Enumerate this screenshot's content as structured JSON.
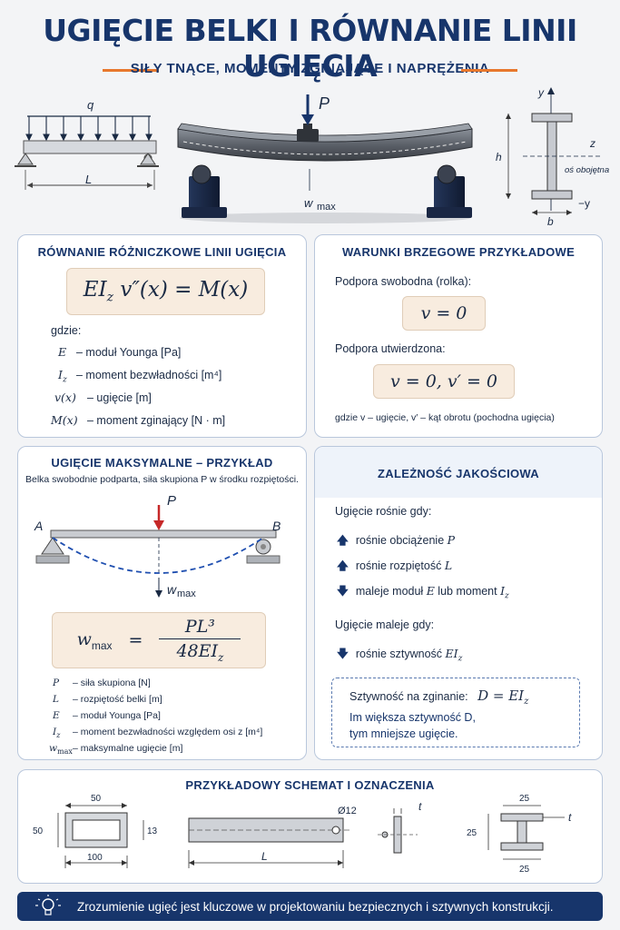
{
  "header": {
    "title": "UGIĘCIE BELKI I RÓWNANIE LINII UGIĘCIA",
    "subtitle": "SIŁY TNĄCE, MOMENTY ZGINAJĄCE I NAPRĘŻENIA"
  },
  "top_figures": {
    "q_label": "q",
    "L_label": "L",
    "P_label": "P",
    "wmax_label": "w",
    "wmax_sub": "max",
    "y_axis": "y",
    "z_axis": "z",
    "h_label": "h",
    "b_label": "b",
    "neutral_axis": "oś obojętna",
    "neg_y": "−y"
  },
  "panel_diff": {
    "title": "RÓWNANIE RÓŻNICZKOWE LINII UGIĘCIA",
    "formula": "EI_z v″(x) = M(x)",
    "where": "gdzie:",
    "defs": [
      {
        "sym": "E",
        "desc": "– moduł Younga [Pa]"
      },
      {
        "sym": "I_z",
        "desc": "– moment bezwładności [m⁴]"
      },
      {
        "sym": "v(x)",
        "desc": "– ugięcie [m]"
      },
      {
        "sym": "M(x)",
        "desc": "– moment zginający [N · m]"
      }
    ]
  },
  "panel_bc": {
    "title": "WARUNKI BRZEGOWE PRZYKŁADOWE",
    "roller_label": "Podpora swobodna (rolka):",
    "roller_formula": "v = 0",
    "fixed_label": "Podpora utwierdzona:",
    "fixed_formula": "v = 0,  v′ = 0",
    "note": "gdzie  v – ugięcie,    v′ – kąt obrotu (pochodna ugięcia)"
  },
  "panel_max": {
    "title": "UGIĘCIE MAKSYMALNE – PRZYKŁAD",
    "intro": "Belka swobodnie podparta, siła skupiona P w środku rozpiętości.",
    "A": "A",
    "B": "B",
    "P": "P",
    "wmax": "w",
    "wmax_sub": "max",
    "formula_lhs": "w",
    "formula_lhs_sub": "max",
    "formula_eq": "=",
    "numerator": "PL³",
    "denominator": "48EI",
    "denominator_sub": "z",
    "defs": [
      {
        "sym": "P",
        "desc": "– siła skupiona [N]"
      },
      {
        "sym": "L",
        "desc": "– rozpiętość belki [m]"
      },
      {
        "sym": "E",
        "desc": "– moduł Younga [Pa]"
      },
      {
        "sym": "I_z",
        "desc": "– moment bezwładności względem osi z [m⁴]"
      },
      {
        "sym": "w_max",
        "desc": "– maksymalne ugięcie [m]"
      }
    ]
  },
  "panel_qual": {
    "title": "ZALEŻNOŚĆ JAKOŚCIOWA",
    "grows_label": "Ugięcie rośnie gdy:",
    "grows": [
      {
        "dir": "up",
        "text": "rośnie obciążenie",
        "sym": "P"
      },
      {
        "dir": "up",
        "text": "rośnie rozpiętość",
        "sym": "L"
      },
      {
        "dir": "down",
        "text": "maleje moduł",
        "sym": "E",
        "text2": "lub moment",
        "sym2": "I_z"
      }
    ],
    "shrinks_label": "Ugięcie maleje gdy:",
    "shrinks": [
      {
        "dir": "down",
        "text": "rośnie sztywność",
        "sym": "EI_z"
      }
    ],
    "stiff_label": "Sztywność na zginanie:",
    "stiff_formula": "D = EI_z",
    "stiff_note1": "Im większa sztywność D,",
    "stiff_note2": "tym mniejsze ugięcie."
  },
  "panel_schema": {
    "title": "PRZYKŁADOWY SCHEMAT I OZNACZENIA",
    "rect_w": "50",
    "rect_h": "50",
    "rect_inner": "13",
    "rect_bottom": "100",
    "beam_L": "L",
    "hole": "Ø12",
    "t1": "t",
    "ib_top": "25",
    "ib_left": "25",
    "ib_bottom": "25",
    "t2": "t"
  },
  "footer": {
    "text": "Zrozumienie ugięć jest kluczowe w projektowaniu bezpiecznych i sztywnych konstrukcji.",
    "icon": "lightbulb-icon"
  },
  "colors": {
    "navy": "#17356b",
    "orange": "#e8782d",
    "formula_bg": "#f8ecdf",
    "force_red": "#c62828",
    "deflection_blue": "#1f4fb0"
  }
}
